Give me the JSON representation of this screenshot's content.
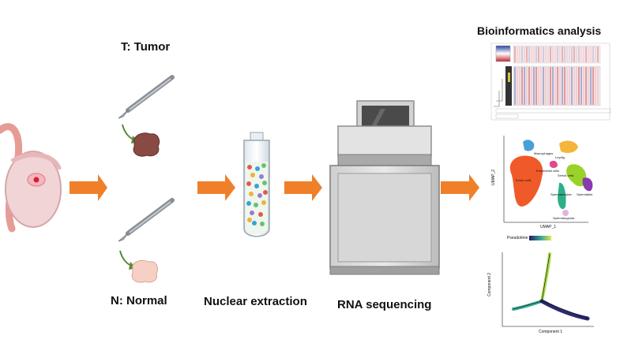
{
  "labels": {
    "tumor": "T: Tumor",
    "normal": "N: Normal",
    "nuclear": "Nuclear extraction",
    "rna": "RNA sequencing",
    "bioinfo": "Bioinformatics analysis"
  },
  "panels": {
    "umap": {
      "xlabel": "UMAP_1",
      "ylabel": "UMAP_2",
      "clusters": [
        "Macrophages",
        "Leydig",
        "Endothelial cells",
        "Sertoli cells",
        "Spermatids",
        "Spermatocytes",
        "Spermatogonia",
        "Tumor cells"
      ]
    },
    "trajectory": {
      "legend_title": "Pseudotime",
      "xlabel": "Component 1",
      "ylabel": "Component 2"
    }
  },
  "colors": {
    "arrow": "#f07f2a",
    "tumor_tissue": "#8a4a44",
    "normal_tissue": "#f6d0c4",
    "tube_cells": [
      "#e25a4a",
      "#3aa0d8",
      "#6cc070",
      "#f0b23a",
      "#9b7ad0"
    ]
  },
  "icons": [
    "testis-icon",
    "scalpel-icon",
    "test-tube-icon",
    "sequencer-icon"
  ]
}
